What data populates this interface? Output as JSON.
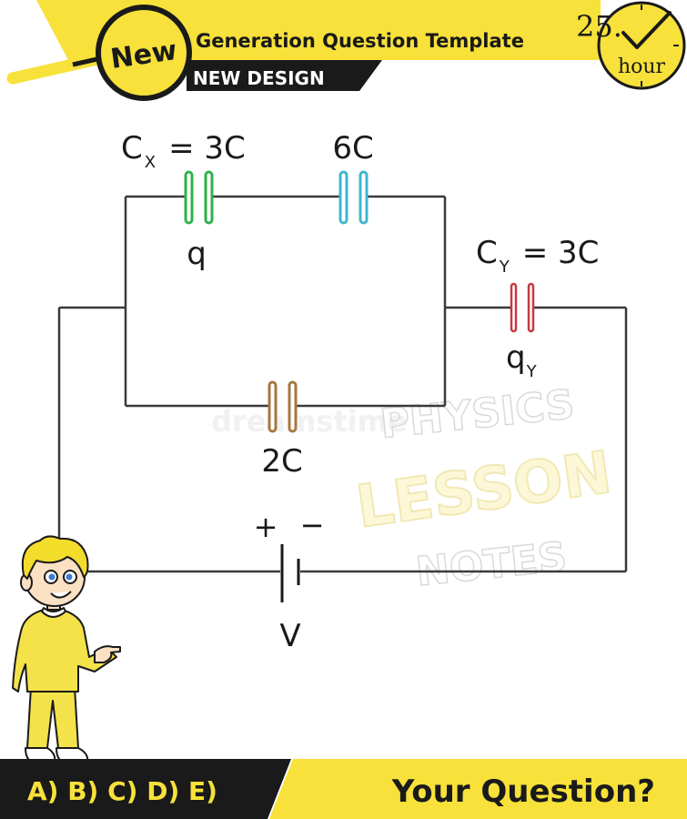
{
  "header": {
    "badge_label": "New",
    "title": "Generation Question Template",
    "subtitle": "NEW DESIGN",
    "clock_number": "25.",
    "clock_unit": "hour"
  },
  "circuit": {
    "cx_label": "C",
    "cx_sub": "X",
    "cx_value": "= 3C",
    "c6_label": "6C",
    "q_label": "q",
    "cy_label": "C",
    "cy_sub": "Y",
    "cy_value": "= 3C",
    "qy_label": "q",
    "qy_sub": "Y",
    "c2_label": "2C",
    "plus": "+",
    "minus": "−",
    "v_label": "V"
  },
  "footer": {
    "answers": "A) B) C) D) E)",
    "question": "Your Question?"
  },
  "watermark": {
    "line1": "PHYSICS",
    "line2": "LESSON",
    "line3": "NOTES",
    "dreamstime": "dreamstime"
  },
  "colors": {
    "yellow": "#f7e13a",
    "black": "#1a1a1a",
    "cap_green": "#2db24a",
    "cap_cyan": "#3fb6d3",
    "cap_red": "#c8383e",
    "cap_brown": "#a5773f",
    "wire": "#3a3a3a"
  }
}
